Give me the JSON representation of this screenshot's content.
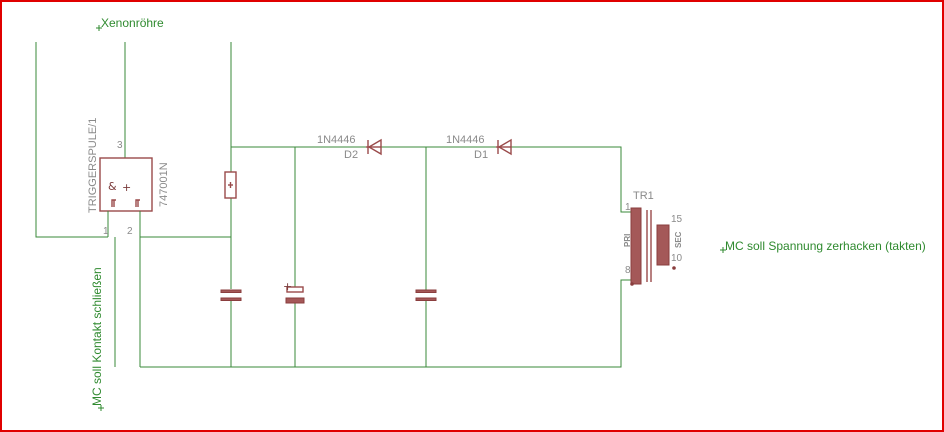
{
  "notes": {
    "xenon": "Xenonröhre",
    "mc_contact": "MC soll Kontakt schließen",
    "mc_chop": "MC soll Spannung zerhacken (takten)"
  },
  "ic": {
    "name": "TRIGGERSPULE/1",
    "part": "747001N",
    "symbol_and": "&",
    "symbol_plus": "+",
    "pin1": "1",
    "pin2": "2",
    "pin3": "3"
  },
  "diodes": [
    {
      "value": "1N4446",
      "name": "D2"
    },
    {
      "value": "1N4446",
      "name": "D1"
    }
  ],
  "transformer": {
    "name": "TR1",
    "pri_label": "PRI",
    "sec_label": "SEC",
    "pin1": "1",
    "pin8": "8",
    "pin15": "15",
    "pin10": "10"
  },
  "colors": {
    "wire": "#3a8a3a",
    "part": "#a45858",
    "frame": "#e00000",
    "note": "#2f8a2f"
  }
}
